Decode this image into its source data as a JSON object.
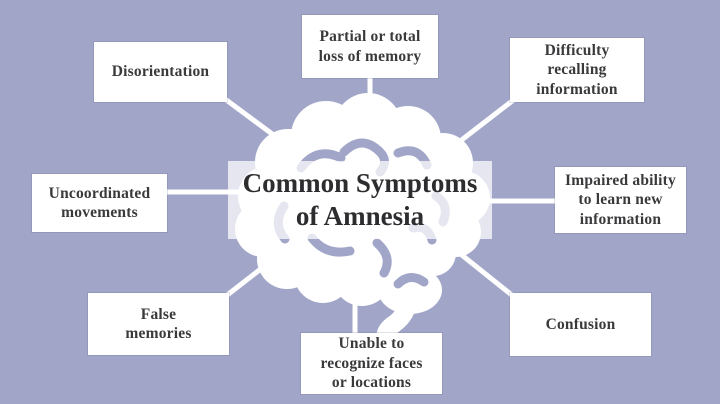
{
  "diagram": {
    "title": "Common Symptoms\nof Amnesia",
    "symptoms": [
      {
        "label": "Disorientation"
      },
      {
        "label": "Partial or total\nloss of memory"
      },
      {
        "label": "Difficulty\nrecalling\ninformation"
      },
      {
        "label": "Uncoordinated\nmovements"
      },
      {
        "label": "Impaired ability\nto learn new\ninformation"
      },
      {
        "label": "False\nmemories"
      },
      {
        "label": "Unable to\nrecognize faces\nor locations"
      },
      {
        "label": "Confusion"
      }
    ],
    "colors": {
      "background": "#a1a6c9",
      "card_background": "#ffffff",
      "card_text": "#3a3a3c",
      "title_text": "#2d2d30",
      "connector_line": "#ffffff",
      "brain_fill": "#ffffff",
      "brain_fold_lines": "#a1a6c9"
    }
  }
}
